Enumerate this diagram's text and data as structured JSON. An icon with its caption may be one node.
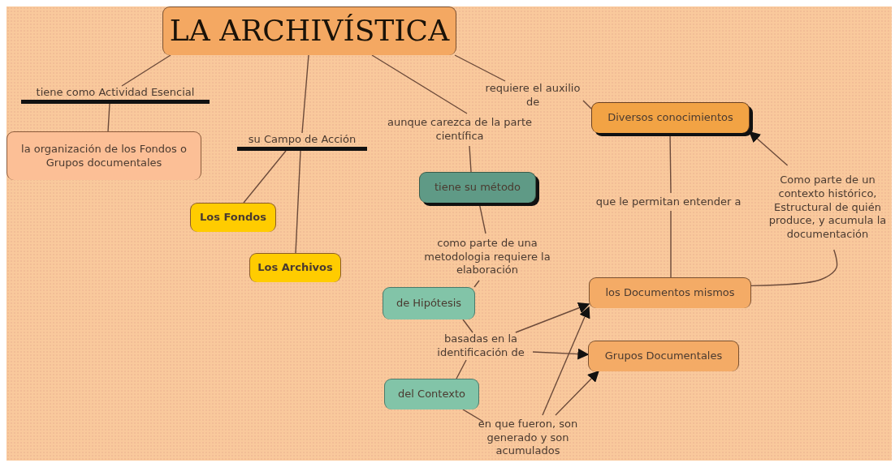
{
  "diagram": {
    "nodes": [
      {
        "text": [
          "LA ARCHIVÍSTICA"
        ]
      },
      {
        "text": [
          "tiene como Actividad Esencial"
        ]
      },
      {
        "text": [
          "la organización de los Fondos o Grupos documentales"
        ]
      },
      {
        "text": [
          "su Campo de Acción"
        ]
      },
      {
        "text": [
          "Los Fondos"
        ]
      },
      {
        "text": [
          "Los Archivos"
        ]
      },
      {
        "text": [
          "aunque carezca de la parte científica"
        ]
      },
      {
        "text": [
          "tiene su método"
        ]
      },
      {
        "text": [
          "como parte de una metodologia requiere la elaboración"
        ]
      },
      {
        "text": [
          "de Hipótesis"
        ]
      },
      {
        "text": [
          "basadas en la identificación de"
        ]
      },
      {
        "text": [
          "del Contexto"
        ]
      },
      {
        "text": [
          "en que fueron, son generado y son acumulados"
        ]
      },
      {
        "text": [
          "requiere el auxilio de"
        ]
      },
      {
        "text": [
          "Diversos conocimientos"
        ]
      },
      {
        "text": [
          "que le permitan entender a"
        ]
      },
      {
        "text": [
          "Como parte de un contexto histórico, Estructural de quién produce, y acumula la documentación"
        ]
      },
      {
        "text": [
          "los Documentos mismos"
        ]
      },
      {
        "text": [
          "Grupos Documentales"
        ]
      }
    ],
    "edges": [
      {
        "from": 0,
        "to": 1,
        "arrow": "none"
      },
      {
        "from": 1,
        "to": 2,
        "arrow": "none"
      },
      {
        "from": 0,
        "to": 3,
        "arrow": "none"
      },
      {
        "from": 3,
        "to": 4,
        "arrow": "none"
      },
      {
        "from": 3,
        "to": 5,
        "arrow": "none"
      },
      {
        "from": 0,
        "to": 6,
        "arrow": "none"
      },
      {
        "from": 6,
        "to": 7,
        "arrow": "none"
      },
      {
        "from": 7,
        "to": 8,
        "arrow": "none"
      },
      {
        "from": 8,
        "to": 9,
        "arrow": "none"
      },
      {
        "from": 9,
        "to": 10,
        "arrow": "none"
      },
      {
        "from": 10,
        "to": 11,
        "arrow": "none"
      },
      {
        "from": 10,
        "to": 17,
        "arrow": "to"
      },
      {
        "from": 10,
        "to": 18,
        "arrow": "to"
      },
      {
        "from": 11,
        "to": 12,
        "arrow": "none"
      },
      {
        "from": 12,
        "to": 17,
        "arrow": "to"
      },
      {
        "from": 12,
        "to": 18,
        "arrow": "to"
      },
      {
        "from": 0,
        "to": 13,
        "arrow": "none"
      },
      {
        "from": 13,
        "to": 14,
        "arrow": "none"
      },
      {
        "from": 14,
        "to": 15,
        "arrow": "none"
      },
      {
        "from": 15,
        "to": 17,
        "arrow": "none"
      },
      {
        "from": 17,
        "to": 16,
        "arrow": "none"
      },
      {
        "from": 16,
        "to": 14,
        "arrow": "to"
      }
    ]
  }
}
